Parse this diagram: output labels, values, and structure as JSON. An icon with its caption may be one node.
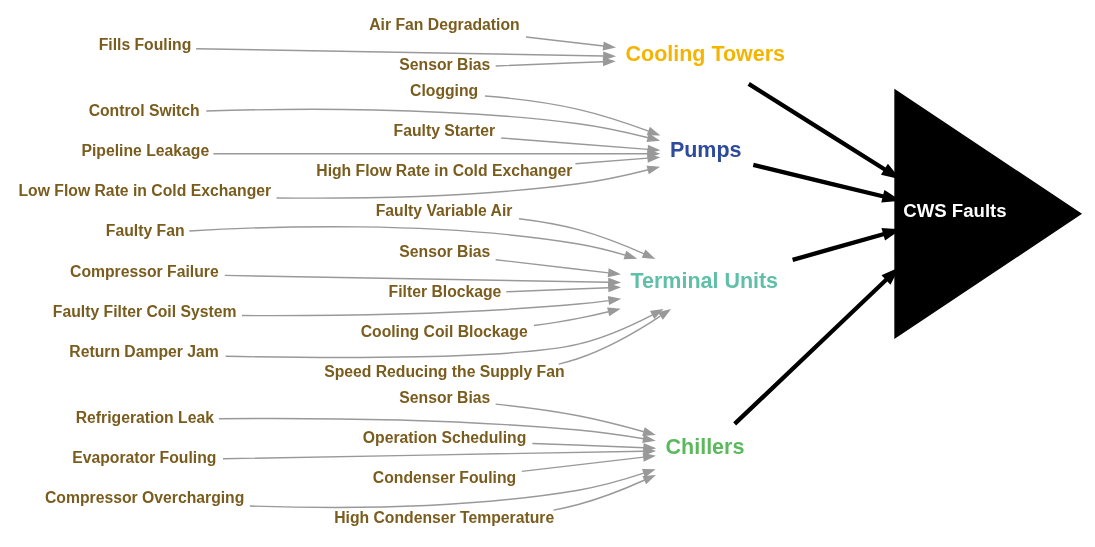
{
  "diagram": {
    "nodes": [
      {
        "text": [
          "Chillers"
        ]
      },
      {
        "text": [
          "Sensor Bias"
        ]
      },
      {
        "text": [
          "Refrigeration Leak"
        ]
      },
      {
        "text": [
          "Operation Scheduling"
        ]
      },
      {
        "text": [
          "Evaporator Fouling"
        ]
      },
      {
        "text": [
          "Condenser Fouling"
        ]
      },
      {
        "text": [
          "Compressor Overcharging"
        ]
      },
      {
        "text": [
          "High Condenser Temperature"
        ]
      },
      {
        "text": [
          "Cooling Towers"
        ]
      },
      {
        "text": [
          "Air Fan Degradation"
        ]
      },
      {
        "text": [
          "Fills Fouling"
        ]
      },
      {
        "text": [
          "Sensor Bias"
        ]
      },
      {
        "text": [
          "CWS Faults"
        ]
      },
      {
        "text": [
          "Pumps"
        ]
      },
      {
        "text": [
          "Clogging"
        ]
      },
      {
        "text": [
          "Control Switch"
        ]
      },
      {
        "text": [
          "Faulty Starter"
        ]
      },
      {
        "text": [
          "Pipeline Leakage"
        ]
      },
      {
        "text": [
          "High Flow Rate in Cold Exchanger"
        ]
      },
      {
        "text": [
          "Low Flow Rate in Cold Exchanger"
        ]
      },
      {
        "text": [
          "Terminal Units"
        ]
      },
      {
        "text": [
          "Faulty Variable Air"
        ]
      },
      {
        "text": [
          "Faulty Fan"
        ]
      },
      {
        "text": [
          "Sensor Bias"
        ]
      },
      {
        "text": [
          "Compressor Failure"
        ]
      },
      {
        "text": [
          "Filter Blockage"
        ]
      },
      {
        "text": [
          "Faulty Filter Coil System"
        ]
      },
      {
        "text": [
          "Cooling Coil Blockage"
        ]
      },
      {
        "text": [
          "Return Damper Jam"
        ]
      },
      {
        "text": [
          "Speed Reducing the Supply Fan"
        ]
      }
    ],
    "edges": [
      {
        "from": 1,
        "to": 0,
        "arrow": "to"
      },
      {
        "from": 2,
        "to": 0,
        "arrow": "to"
      },
      {
        "from": 3,
        "to": 0,
        "arrow": "to"
      },
      {
        "from": 4,
        "to": 0,
        "arrow": "to"
      },
      {
        "from": 5,
        "to": 0,
        "arrow": "to"
      },
      {
        "from": 6,
        "to": 0,
        "arrow": "to"
      },
      {
        "from": 7,
        "to": 0,
        "arrow": "to"
      },
      {
        "from": 9,
        "to": 8,
        "arrow": "to"
      },
      {
        "from": 10,
        "to": 8,
        "arrow": "to"
      },
      {
        "from": 11,
        "to": 8,
        "arrow": "to"
      },
      {
        "from": 14,
        "to": 13,
        "arrow": "to"
      },
      {
        "from": 15,
        "to": 13,
        "arrow": "to"
      },
      {
        "from": 16,
        "to": 13,
        "arrow": "to"
      },
      {
        "from": 17,
        "to": 13,
        "arrow": "to"
      },
      {
        "from": 18,
        "to": 13,
        "arrow": "to"
      },
      {
        "from": 19,
        "to": 13,
        "arrow": "to"
      },
      {
        "from": 21,
        "to": 20,
        "arrow": "to"
      },
      {
        "from": 22,
        "to": 20,
        "arrow": "to"
      },
      {
        "from": 23,
        "to": 20,
        "arrow": "to"
      },
      {
        "from": 24,
        "to": 20,
        "arrow": "to"
      },
      {
        "from": 25,
        "to": 20,
        "arrow": "to"
      },
      {
        "from": 26,
        "to": 20,
        "arrow": "to"
      },
      {
        "from": 27,
        "to": 20,
        "arrow": "to"
      },
      {
        "from": 28,
        "to": 20,
        "arrow": "to"
      },
      {
        "from": 29,
        "to": 20,
        "arrow": "to"
      },
      {
        "from": 0,
        "to": 12,
        "arrow": "to",
        "style": "thick",
        "color": "#000000"
      },
      {
        "from": 8,
        "to": 12,
        "arrow": "to",
        "style": "thick",
        "color": "#000000"
      },
      {
        "from": 13,
        "to": 12,
        "arrow": "to",
        "style": "thick",
        "color": "#000000"
      },
      {
        "from": 20,
        "to": 12,
        "arrow": "to",
        "style": "thick",
        "color": "#000000"
      }
    ]
  }
}
